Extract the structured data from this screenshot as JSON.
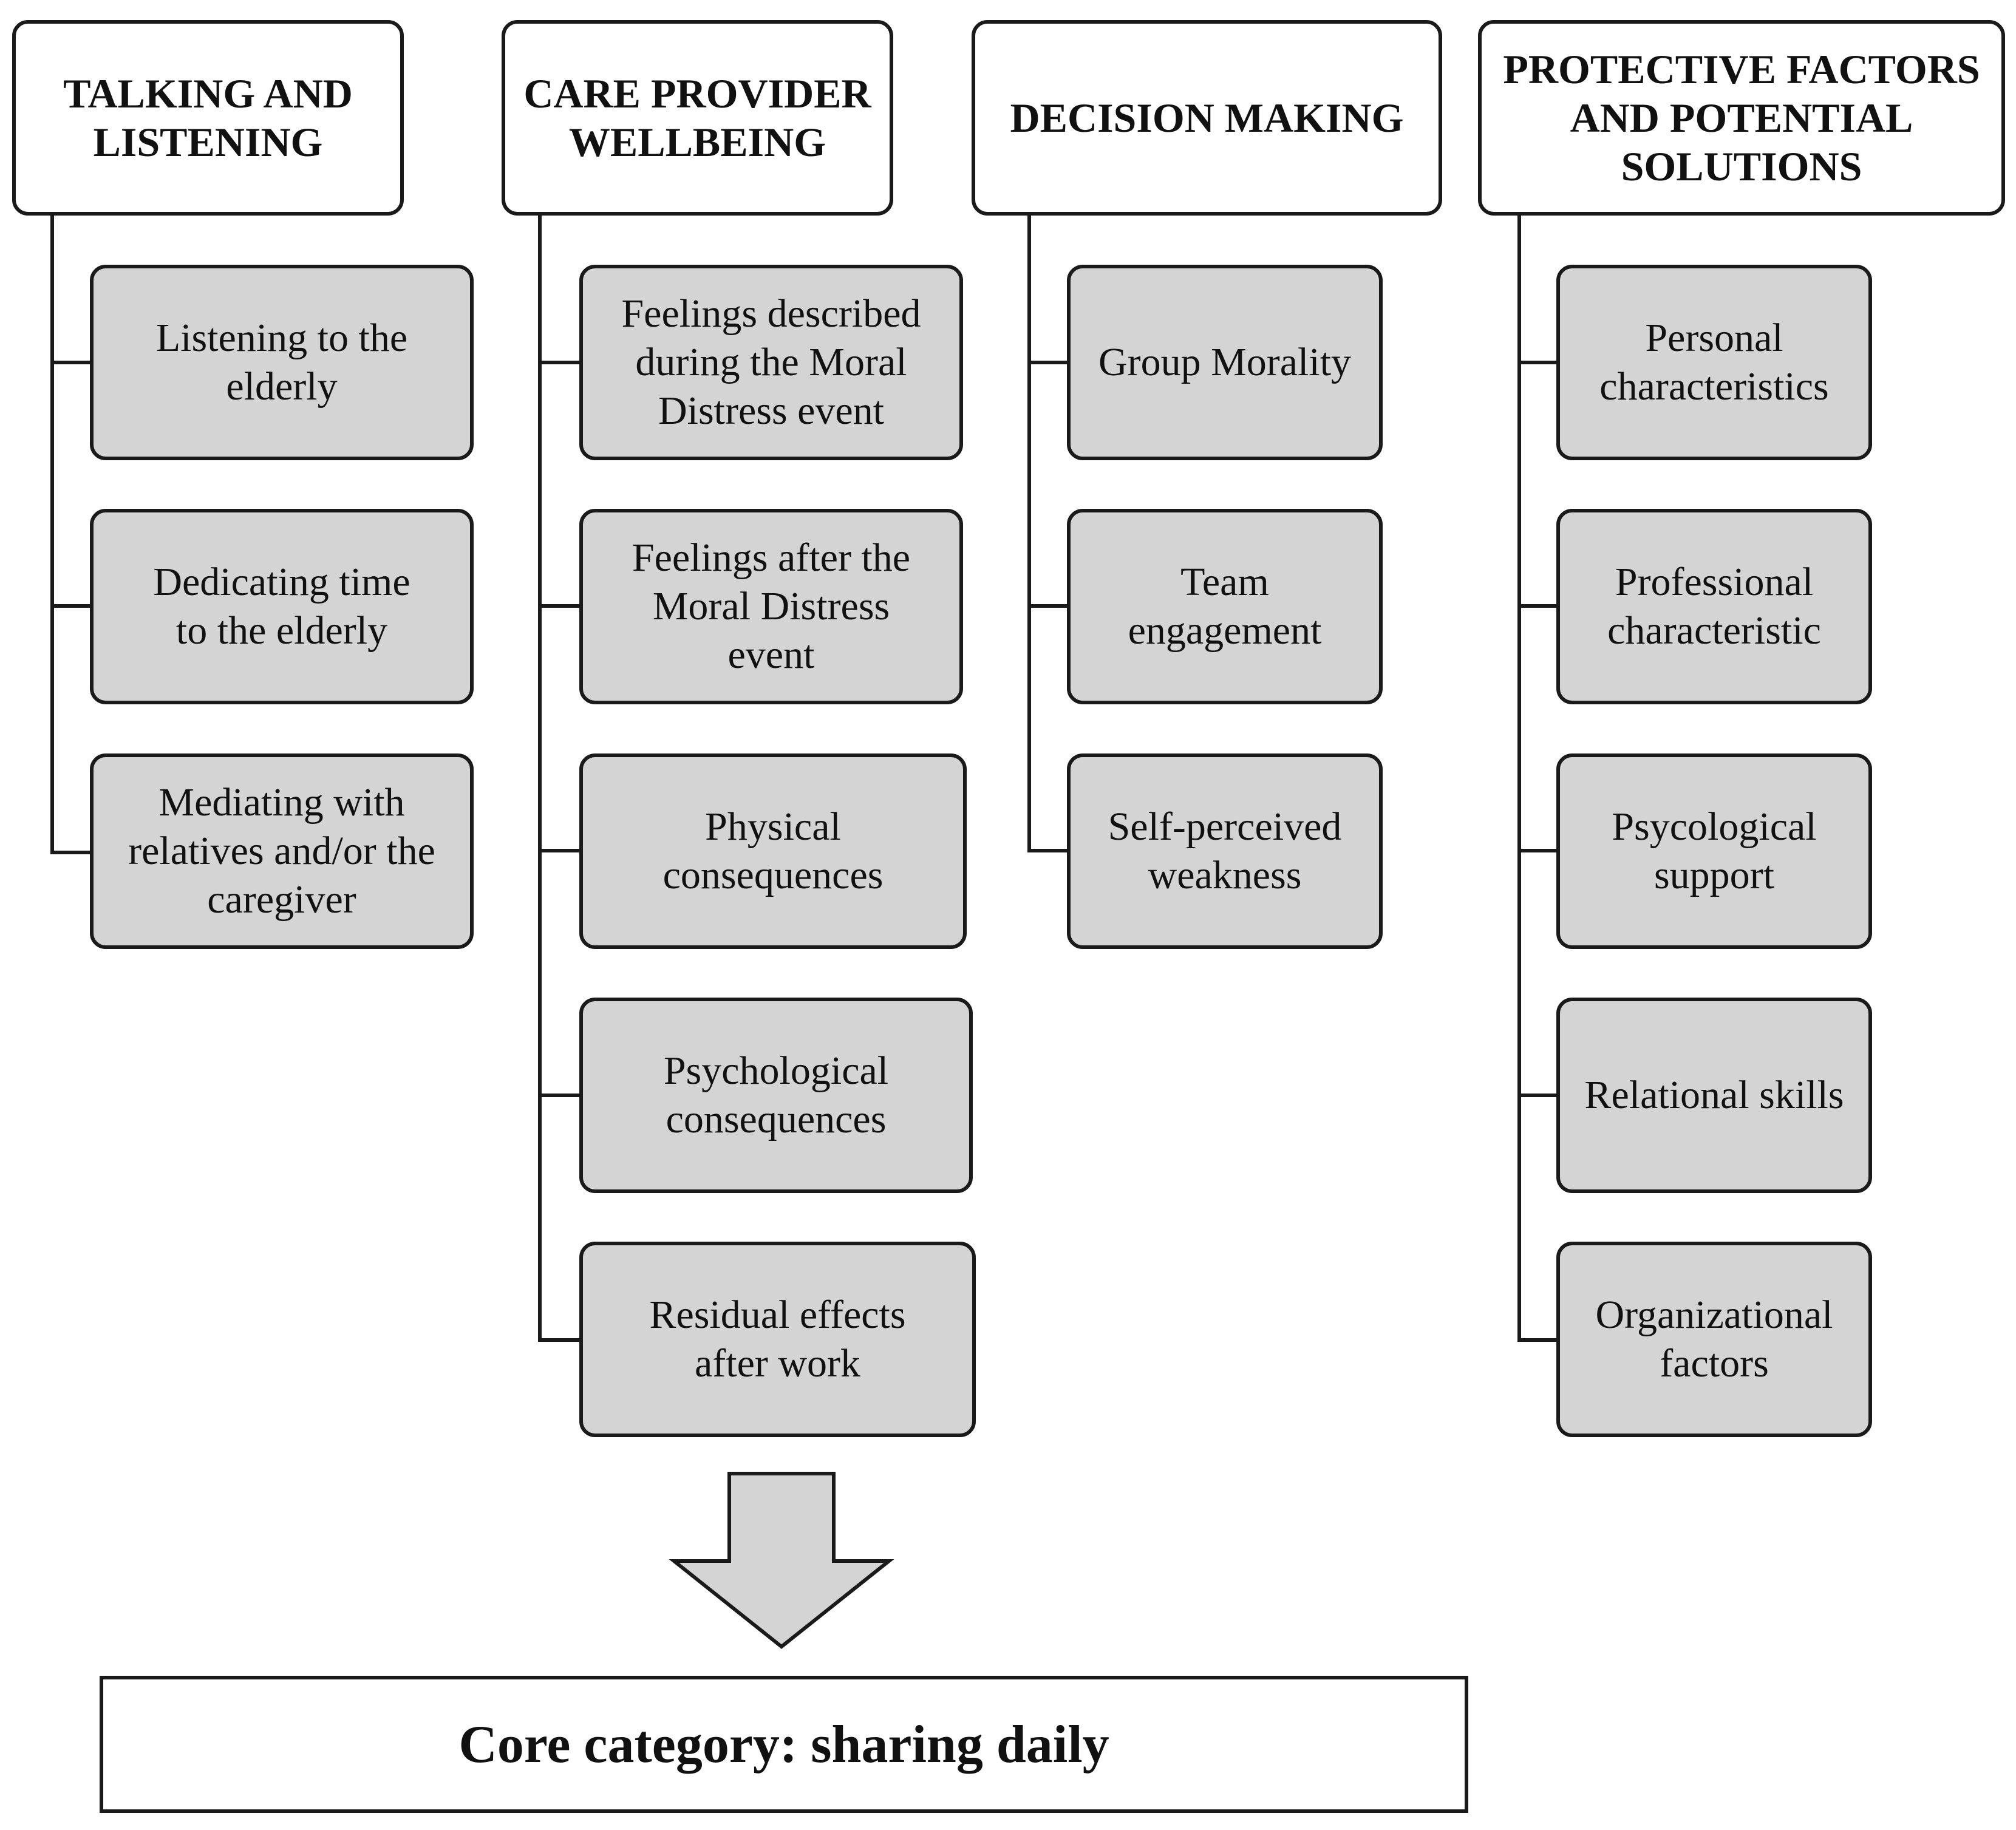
{
  "columns": [
    {
      "title": "TALKING AND\nLISTENING",
      "items": [
        {
          "label": "Listening to the\nelderly"
        },
        {
          "label": "Dedicating time\nto the elderly"
        },
        {
          "label": "Mediating with\nrelatives and/or the\ncaregiver"
        }
      ]
    },
    {
      "title": "CARE PROVIDER\nWELLBEING",
      "items": [
        {
          "label": "Feelings described\nduring the Moral\nDistress event"
        },
        {
          "label": "Feelings after the\nMoral Distress\nevent"
        },
        {
          "label": "Physical\nconsequences"
        },
        {
          "label": "Psychological\nconsequences"
        },
        {
          "label": "Residual effects\nafter work"
        }
      ]
    },
    {
      "title": "DECISION MAKING",
      "items": [
        {
          "label": "Group Morality"
        },
        {
          "label": "Team\nengagement"
        },
        {
          "label": "Self-perceived\nweakness"
        }
      ]
    },
    {
      "title": "PROTECTIVE FACTORS\nAND POTENTIAL\nSOLUTIONS",
      "items": [
        {
          "label": "Personal\ncharacteristics"
        },
        {
          "label": "Professional\ncharacteristic"
        },
        {
          "label": "Psycological\nsupport"
        },
        {
          "label": "Relational skills"
        },
        {
          "label": "Organizational\nfactors"
        }
      ]
    }
  ],
  "core": {
    "label": "Core category: sharing daily"
  },
  "colors": {
    "box_fill": "#d4d4d4",
    "stroke": "#1a1a1a",
    "background": "#ffffff"
  }
}
